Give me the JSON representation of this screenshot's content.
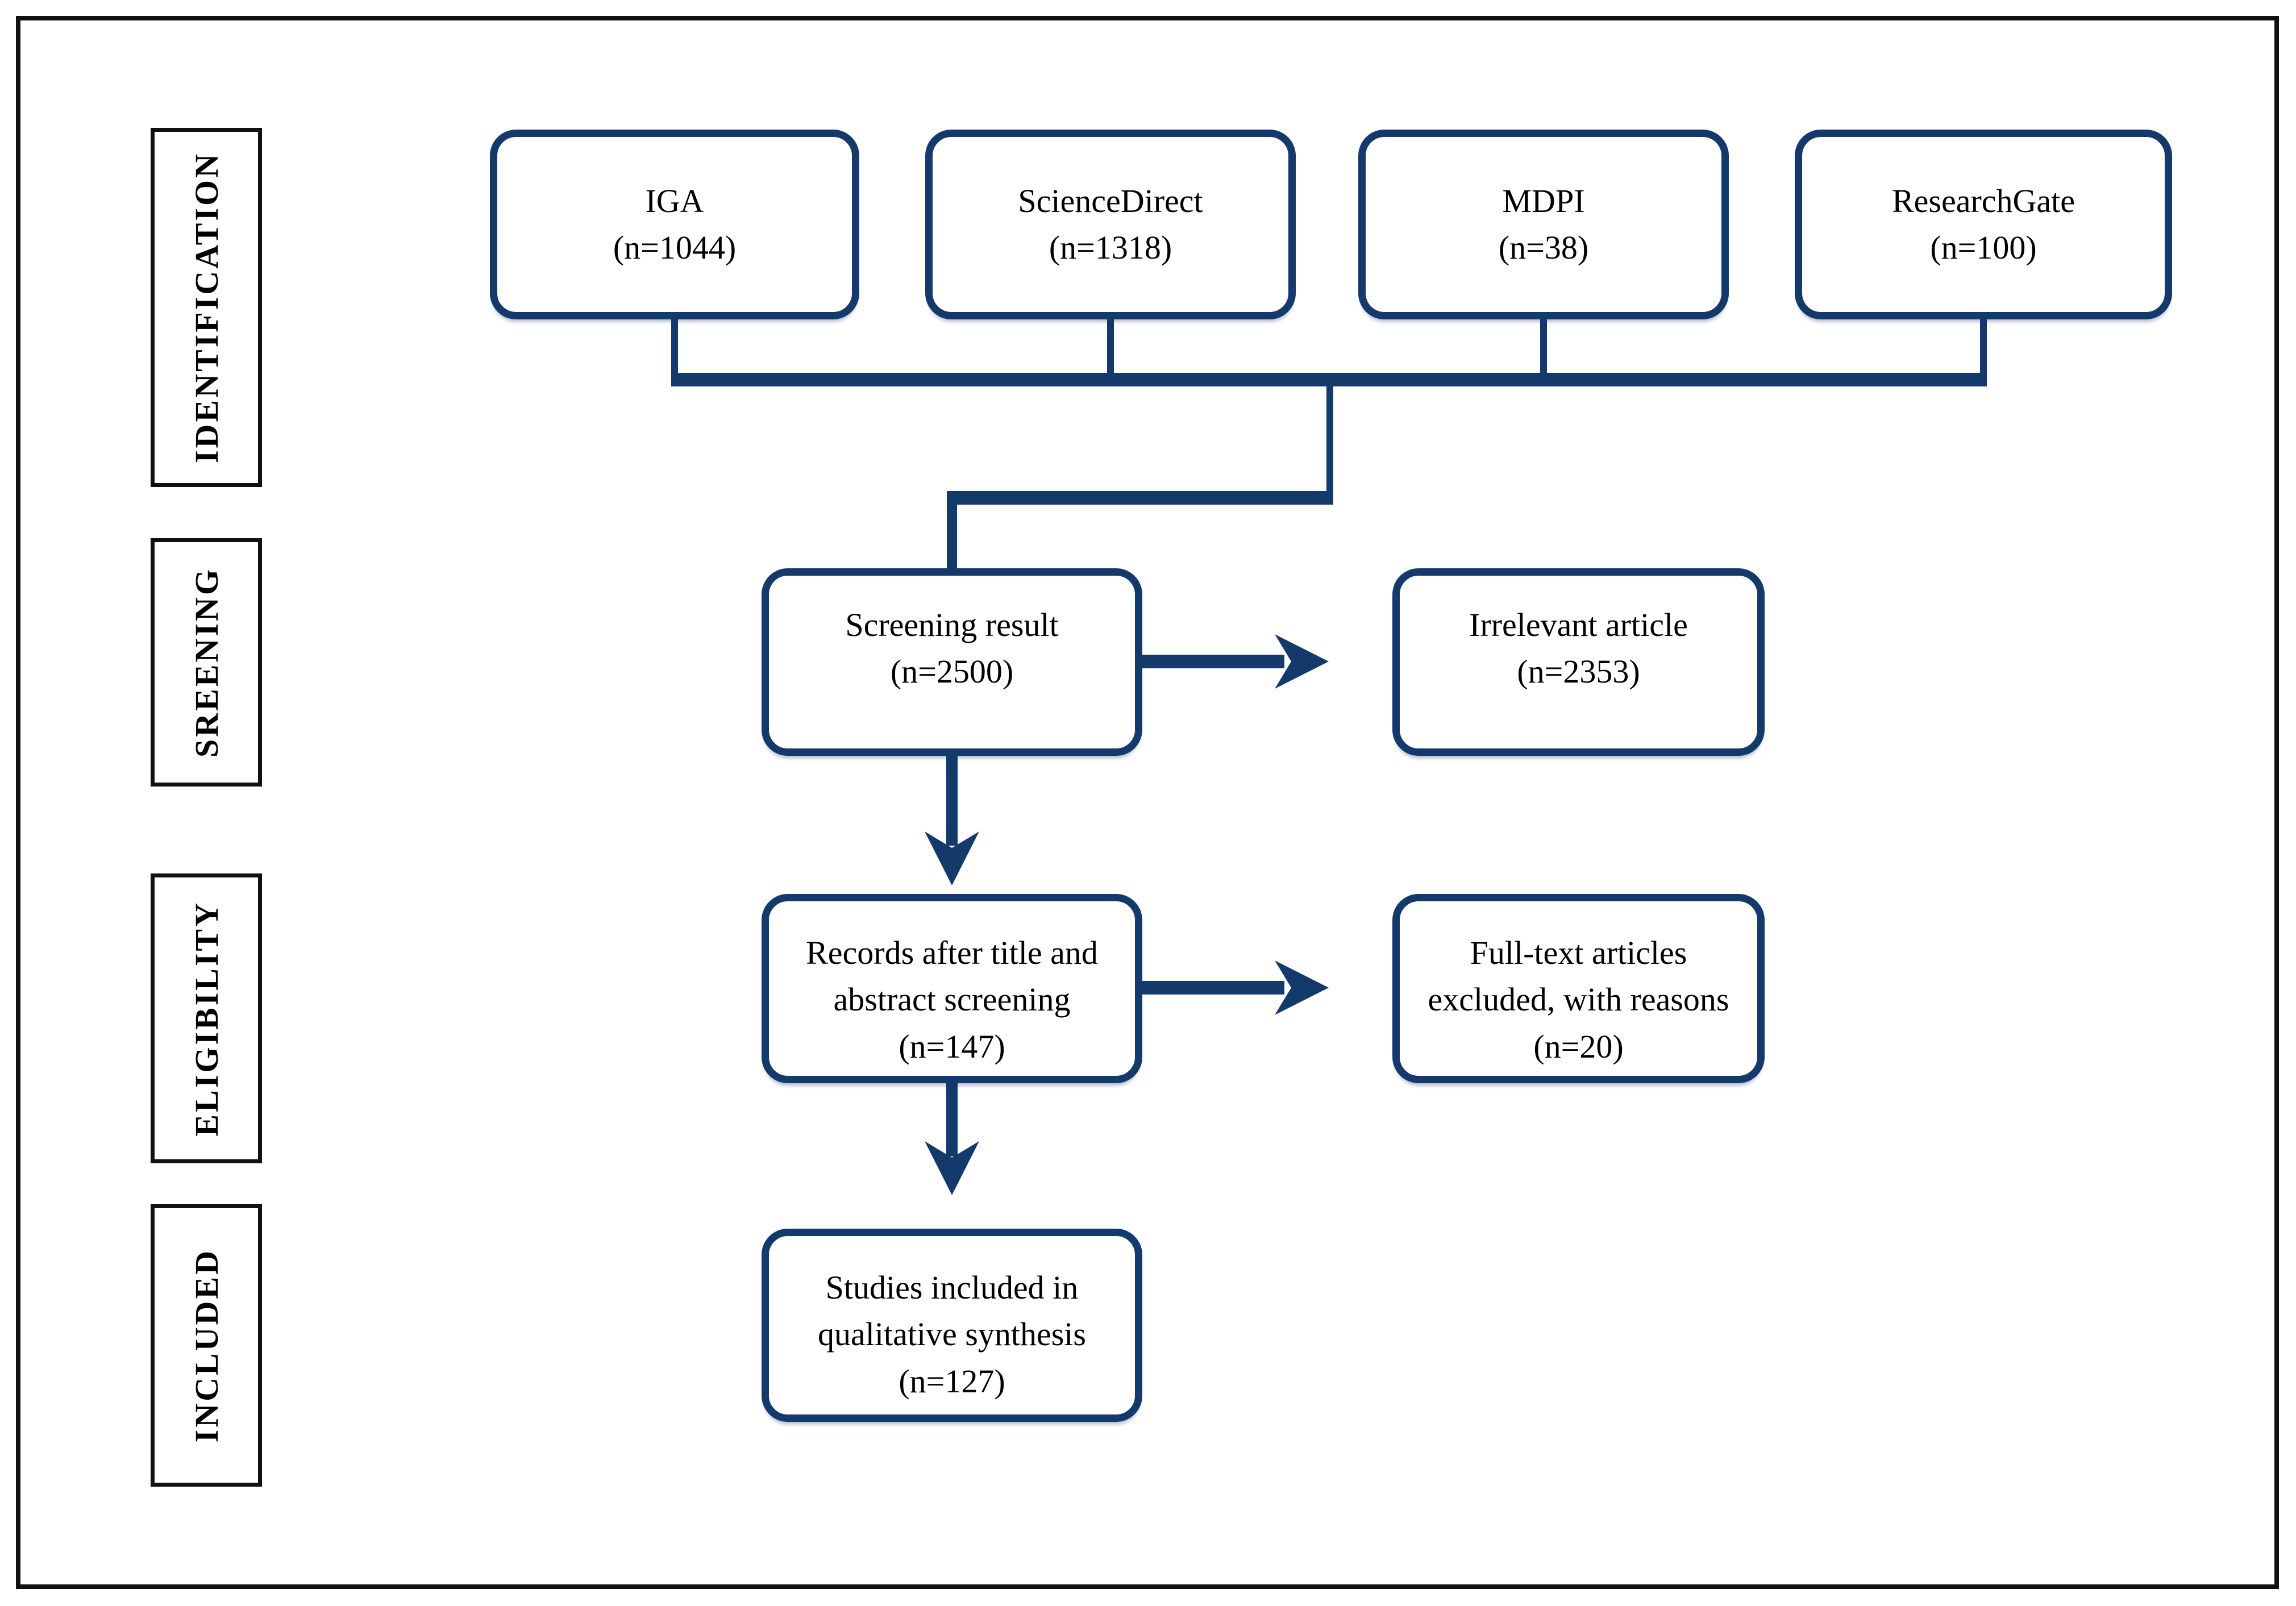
{
  "diagram": {
    "title": "literature-screening-flow",
    "stages": [
      {
        "label": "IDENTIFICATION"
      },
      {
        "label": "SREENING"
      },
      {
        "label": "ELIGIBILITY"
      },
      {
        "label": "INCLUDED"
      }
    ],
    "sources": [
      {
        "name": "IGA",
        "count": "(n=1044)"
      },
      {
        "name": "ScienceDirect",
        "count": "(n=1318)"
      },
      {
        "name": "MDPI",
        "count": "(n=38)"
      },
      {
        "name": "ResearchGate",
        "count": "(n=100)"
      }
    ],
    "nodes": {
      "screening": {
        "line1": "Screening result",
        "line2": "(n=2500)"
      },
      "irrelevant": {
        "line1": "Irrelevant article",
        "line2": "(n=2353)"
      },
      "records": {
        "line1": "Records after title and",
        "line2": "abstract screening",
        "line3": "(n=147)"
      },
      "fulltext": {
        "line1": "Full-text articles",
        "line2": "excluded, with reasons",
        "line3": "(n=20)"
      },
      "studies": {
        "line1": "Studies included in",
        "line2": "qualitative synthesis",
        "line3": "(n=127)"
      }
    },
    "colors": {
      "accent": "#14396b",
      "frame": "#111111",
      "text": "#000000",
      "background": "#ffffff"
    }
  }
}
